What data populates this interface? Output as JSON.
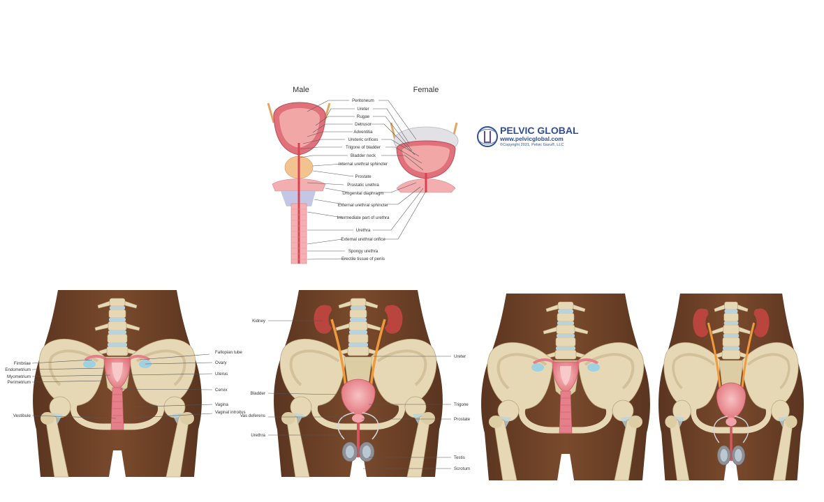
{
  "bladder_panel": {
    "male_title": "Male",
    "female_title": "Female",
    "labels": [
      "Peritoneum",
      "Ureter",
      "Rugae",
      "Detrusor",
      "Adventitia",
      "Ureteric orifices",
      "Trigone of bladder",
      "Bladder neck",
      "Internal urethral sphincter",
      "Prostate",
      "Prostatic urethra",
      "Urogenital diaphragm",
      "External urethral sphincter",
      "Intermediate part of urethra",
      "Urethra",
      "External urethral orifice",
      "Spongy urethra",
      "Erectile tissue of penis"
    ]
  },
  "brand": {
    "name": "PELVIC GLOBAL",
    "url": "www.pelvicglobal.com",
    "copyright": "©Copyright 2021, Pelvic Guru®, LLC"
  },
  "female_panel": {
    "left_labels": [
      "Fimbriae",
      "Endometrium",
      "Myometrium",
      "Perimetrium",
      "Vestibule"
    ],
    "right_labels": [
      "Fallopian tube",
      "Ovary",
      "Uterus",
      "Cervix",
      "Vagina",
      "Vaginal introitus"
    ]
  },
  "male_panel": {
    "left_labels": [
      "Kidney",
      "Bladder",
      "Vas deferens",
      "Urethra"
    ],
    "right_labels": [
      "Ureter",
      "Trigone",
      "Prostate",
      "Testis",
      "Scrotum"
    ]
  },
  "colors": {
    "skin": "#6e4327",
    "skin_dark": "#4e2e19",
    "bone": "#e6d8b4",
    "bone_shade": "#c9b88e",
    "disc": "#b9d3dc",
    "organ": "#e5808a",
    "organ_light": "#f4b4b4",
    "kidney": "#b9453e",
    "ureter": "#f09a3c",
    "brand_blue": "#2e4f97"
  }
}
